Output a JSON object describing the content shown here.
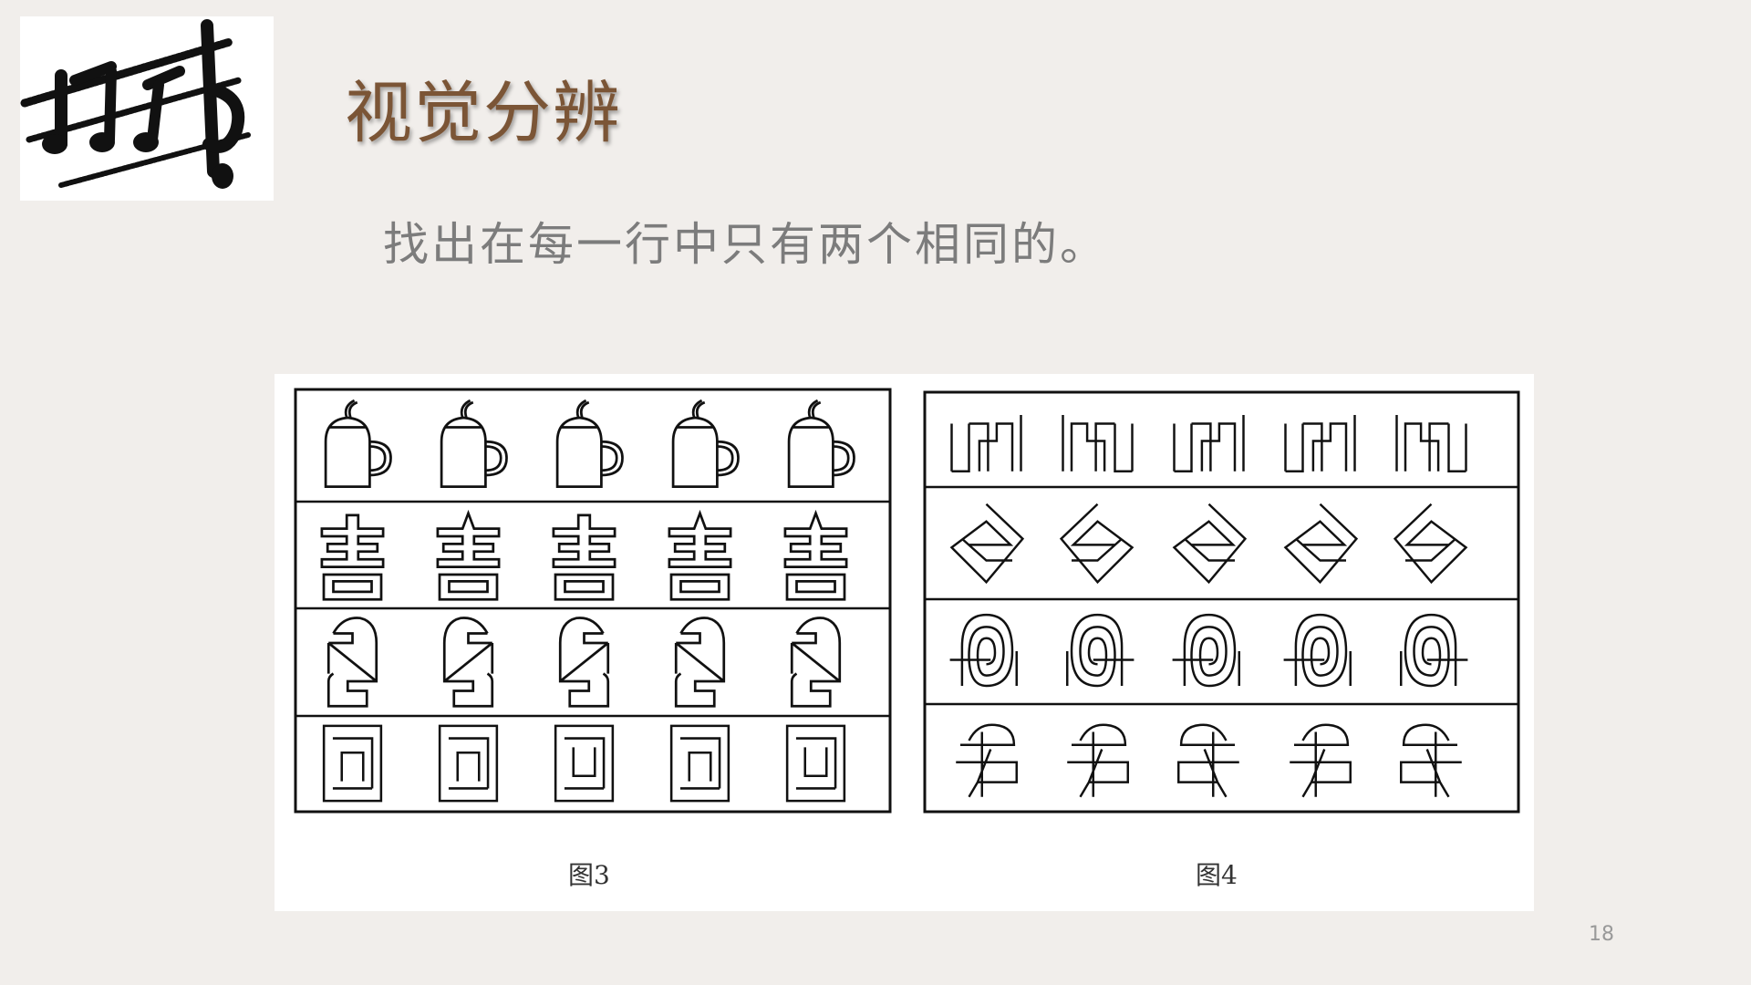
{
  "slide": {
    "title": "视觉分辨",
    "subtitle": "找出在每一行中只有两个相同的。",
    "page_number": "18"
  },
  "figure": {
    "left_caption": "图3",
    "right_caption": "图4"
  },
  "colors": {
    "background": "#f1eeeb",
    "title": "#7b5536",
    "subtitle": "#7c7c7c"
  }
}
